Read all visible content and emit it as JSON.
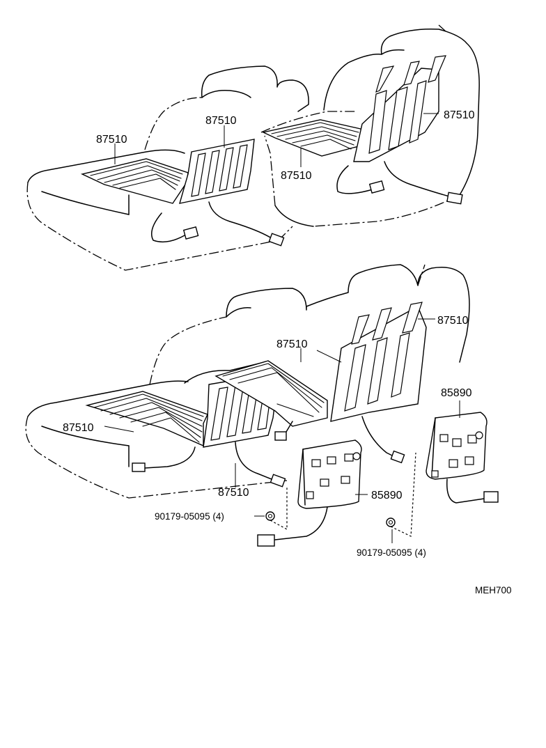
{
  "labels": {
    "upper_seat_cushion": "87510",
    "upper_seat_back": "87510",
    "upper_right_back": "87510",
    "upper_right_cushion": "87510",
    "lower_back_right": "87510",
    "lower_back_center": "87510",
    "lower_cushion_left": "87510",
    "lower_cushion_center": "87510",
    "switch_center": "85890",
    "switch_right": "85890",
    "screw_left": "90179-05095 (4)",
    "screw_right": "90179-05095 (4)",
    "drawing_code": "MEH700"
  }
}
